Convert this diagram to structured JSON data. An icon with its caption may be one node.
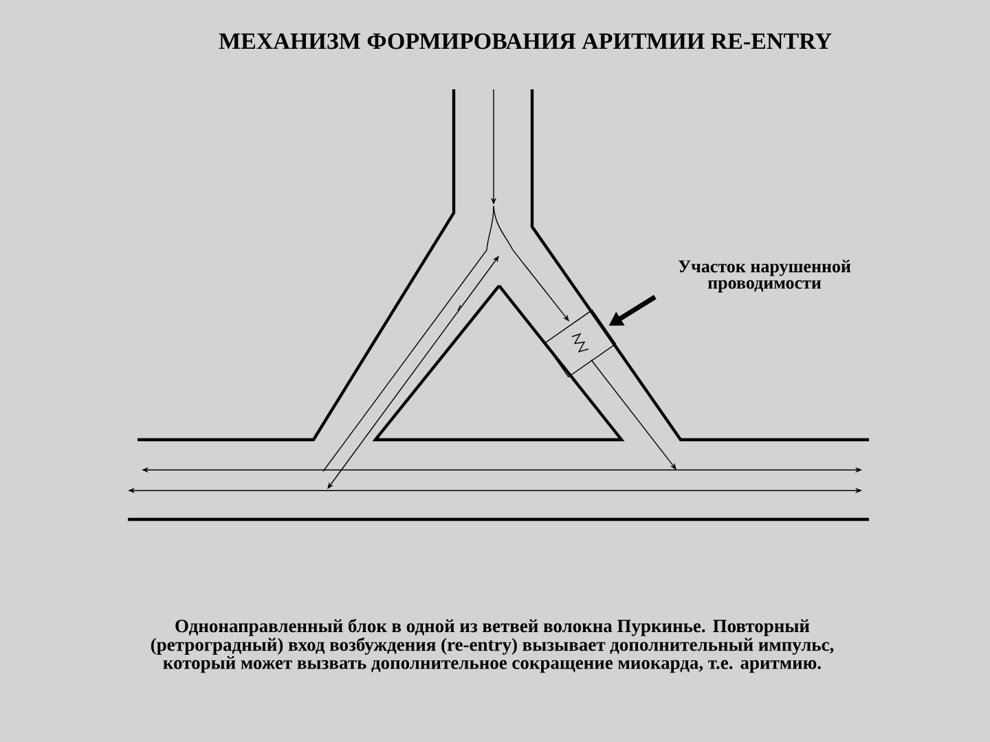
{
  "diagram": {
    "title": "МЕХАНИЗМ ФОРМИРОВАНИЯ АРИТМИИ RE-ENTRY",
    "caption": "Однонаправленный блок в одной из ветвей волокна Пуркинье. Повторный (ретроградный) вход возбуждения (re-entry) вызывает дополнительный импульс, который может вызвать дополнительное сокращение миокарда, т.е. аритмию.",
    "nodes": [
      {
        "text": [
          "Участок нарушенной проводимости"
        ]
      },
      {
        "text": [],
        "shape": "box"
      }
    ],
    "edges": [
      {
        "from": 0,
        "to": 1,
        "arrow": "to"
      }
    ]
  }
}
